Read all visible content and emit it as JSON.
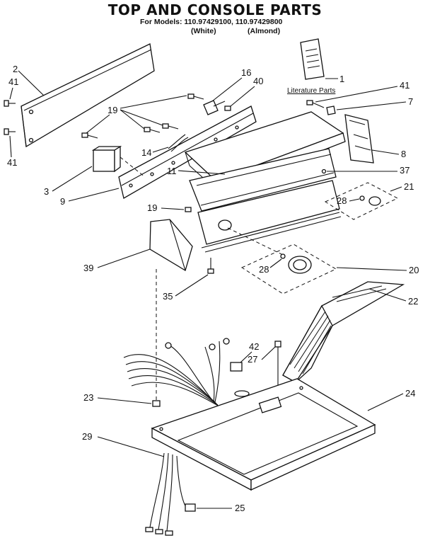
{
  "header": {
    "title": "TOP AND CONSOLE PARTS",
    "models_line": "For Models: 110.97429100, 110.97429800",
    "variant_white": "(White)",
    "variant_almond": "(Almond)"
  },
  "literature": {
    "label": "Literature Parts",
    "callout": "1"
  },
  "callouts": {
    "c2": "2",
    "c41a": "41",
    "c41b": "41",
    "c41c": "41",
    "c16": "16",
    "c40": "40",
    "c7": "7",
    "c19a": "19",
    "c19b": "19",
    "c14": "14",
    "c11": "11",
    "c8": "8",
    "c37": "37",
    "c21": "21",
    "c3": "3",
    "c9": "9",
    "c28a": "28",
    "c28b": "28",
    "c39": "39",
    "c20": "20",
    "c35": "35",
    "c22": "22",
    "c42": "42",
    "c27": "27",
    "c23": "23",
    "c24": "24",
    "c29": "29",
    "c25": "25"
  }
}
